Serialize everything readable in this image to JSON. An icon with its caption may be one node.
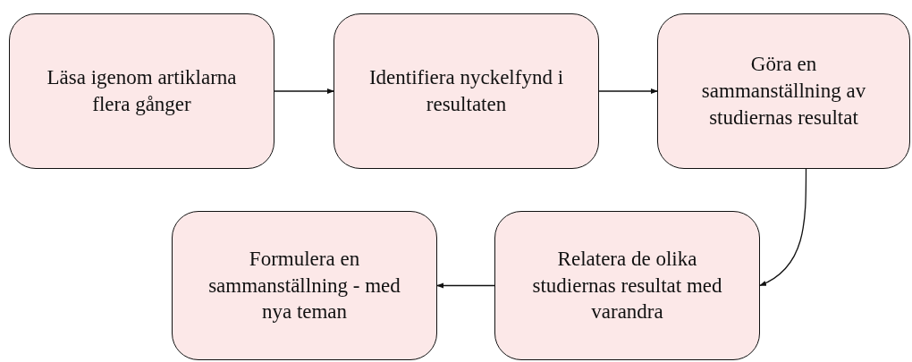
{
  "diagram": {
    "nodes": [
      {
        "text": [
          "Läsa igenom artiklarna flera gånger"
        ]
      },
      {
        "text": [
          "Identifiera nyckelfynd i resultaten"
        ]
      },
      {
        "text": [
          "Göra en sammanställning av studiernas resultat"
        ]
      },
      {
        "text": [
          "Relatera de olika studiernas resultat med varandra"
        ]
      },
      {
        "text": [
          "Formulera en sammanställning - med nya teman"
        ]
      }
    ],
    "edges": [
      {
        "from": 0,
        "to": 1,
        "arrow": "to"
      },
      {
        "from": 1,
        "to": 2,
        "arrow": "to"
      },
      {
        "from": 2,
        "to": 3,
        "arrow": "to"
      },
      {
        "from": 3,
        "to": 4,
        "arrow": "to"
      }
    ]
  }
}
